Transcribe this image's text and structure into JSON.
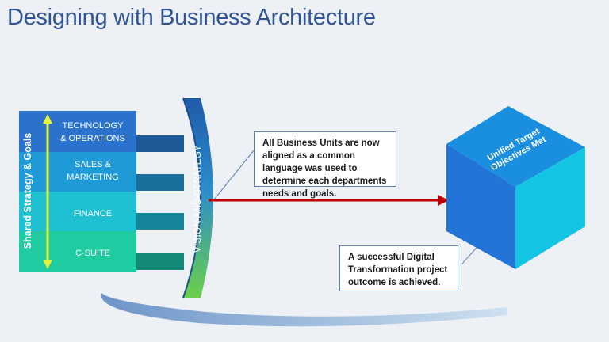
{
  "title": "Designing with Business Architecture",
  "shared_label": "Shared Strategy & Goals",
  "bands": [
    {
      "label": "TECHNOLOGY\n& OPERATIONS",
      "color": "#2a72cc"
    },
    {
      "label": "SALES &\nMARKETING",
      "color": "#1f9ad6"
    },
    {
      "label": "FINANCE",
      "color": "#1fc0d2"
    },
    {
      "label": "C-SUITE",
      "color": "#1fcba0"
    }
  ],
  "connector_colors": [
    "#1f5a98",
    "#1a6f9a",
    "#17859a",
    "#168a78"
  ],
  "vision_label": "VISION AND STRATEGY",
  "callout_top": "All Business Units are now aligned as a common language was used to determine each departments  needs and goals.",
  "callout_bottom": "A successful Digital Transformation  project outcome is achieved.",
  "cube_label": "Unified Target Objectives Met",
  "colors": {
    "title": "#2f5597",
    "arrow": "#c00000",
    "cube_front": "#2275d6",
    "cube_side": "#14c4e3",
    "cube_top": "#1a8fe0"
  }
}
